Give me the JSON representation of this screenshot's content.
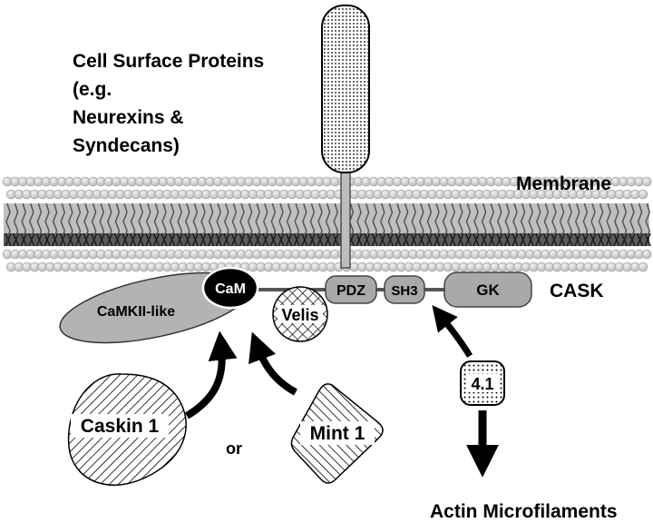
{
  "title_lines": [
    "Cell Surface Proteins",
    "(e.g.",
    "Neurexins &",
    "Syndecans)"
  ],
  "labels": {
    "membrane": "Membrane",
    "cask": "CASK",
    "camkii_like": "CaMKII-like",
    "cam": "CaM",
    "velis": "Velis",
    "pdz": "PDZ",
    "sh3": "SH3",
    "gk": "GK",
    "caskin1": "Caskin 1",
    "mint1": "Mint 1",
    "or": "or",
    "protein41": "4.1",
    "actin": "Actin Microfilaments"
  },
  "colors": {
    "membrane_head": "#c9c9c9",
    "membrane_tail": "#4a4a4a",
    "domain_fill": "#a9a9a9",
    "camkii_fill": "#b3b3b3",
    "cam_fill": "#000000",
    "arrow": "#000000"
  }
}
